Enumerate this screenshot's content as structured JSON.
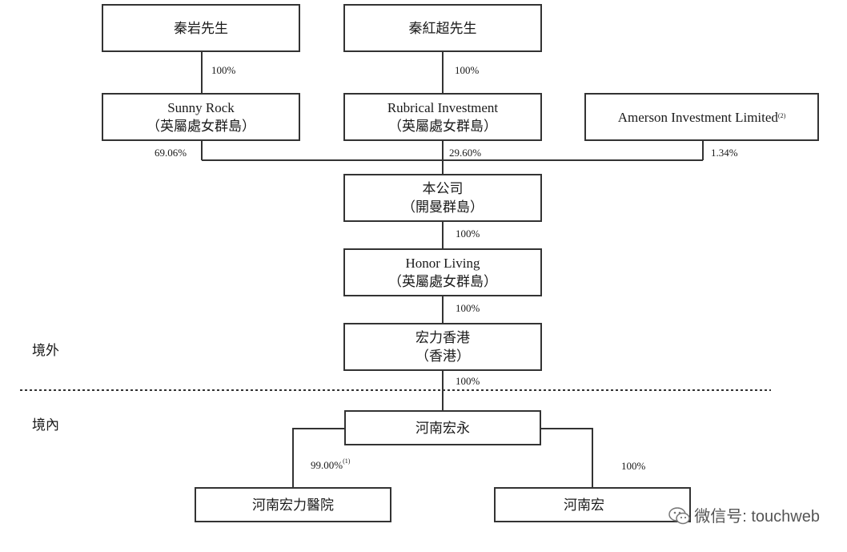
{
  "nodes": {
    "qin_yan": {
      "line1": "秦岩先生"
    },
    "qin_hongchao": {
      "line1": "秦紅超先生"
    },
    "sunny_rock": {
      "line1": "Sunny Rock",
      "line2": "（英屬處女群島）"
    },
    "rubrical": {
      "line1": "Rubrical Investment",
      "line2": "（英屬處女群島）"
    },
    "amerson": {
      "line1": "Amerson Investment Limited",
      "note": "(2)"
    },
    "company": {
      "line1": "本公司",
      "line2": "（開曼群島）"
    },
    "honor_living": {
      "line1": "Honor Living",
      "line2": "（英屬處女群島）"
    },
    "hongli_hk": {
      "line1": "宏力香港",
      "line2": "（香港）"
    },
    "henan_hongyong": {
      "line1": "河南宏永"
    },
    "henan_hospital": {
      "line1": "河南宏力醫院"
    },
    "henan_hong_other": {
      "line1": "河南宏"
    }
  },
  "percentages": {
    "qin_yan_to_sunny": "100%",
    "qin_hc_to_rubrical": "100%",
    "sunny_to_company": "69.06%",
    "rubrical_to_company": "29.60%",
    "amerson_to_company": "1.34%",
    "company_to_honor": "100%",
    "honor_to_hk": "100%",
    "hk_to_hongyong": "100%",
    "hongyong_to_hospital": "99.00%",
    "hongyong_to_hospital_note": "(1)",
    "hongyong_to_other": "100%"
  },
  "zones": {
    "offshore": "境外",
    "onshore": "境內"
  },
  "watermark": {
    "text": "微信号: touchweb",
    "icon": "wechat-icon"
  }
}
